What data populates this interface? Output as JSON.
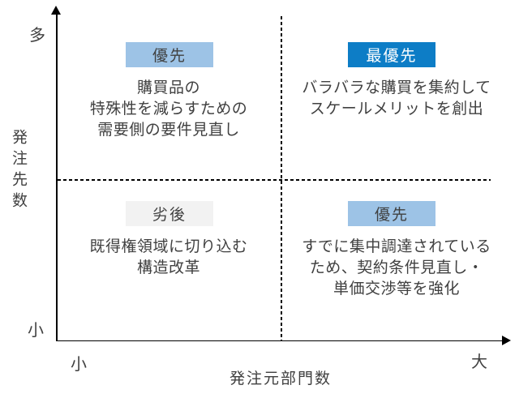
{
  "matrix": {
    "y_axis": {
      "title": "発注先数",
      "max_label": "多",
      "min_label": "小"
    },
    "x_axis": {
      "title": "発注元部門数",
      "min_label": "小",
      "max_label": "大"
    },
    "quadrants": {
      "top_left": {
        "badge": "優先",
        "badge_style": "light-blue",
        "description": "購買品の\n特殊性を減らすための\n需要側の要件見直し"
      },
      "top_right": {
        "badge": "最優先",
        "badge_style": "dark-blue",
        "description": "バラバラな購買を集約して\nスケールメリットを創出"
      },
      "bottom_left": {
        "badge": "劣後",
        "badge_style": "gray",
        "description": "既得権領域に切り込む\n構造改革"
      },
      "bottom_right": {
        "badge": "優先",
        "badge_style": "light-blue",
        "description": "すでに集中調達されている\nため、契約条件見直し・\n単価交渉等を強化"
      }
    }
  },
  "colors": {
    "priority_badge_bg": "#9DC3E6",
    "top_priority_badge_bg": "#0D7DC6",
    "top_priority_badge_text": "#FFFFFF",
    "deprioritized_badge_bg": "#F2F2F2",
    "body_text": "#404040",
    "axis": "#000000",
    "background": "#FFFFFF"
  }
}
